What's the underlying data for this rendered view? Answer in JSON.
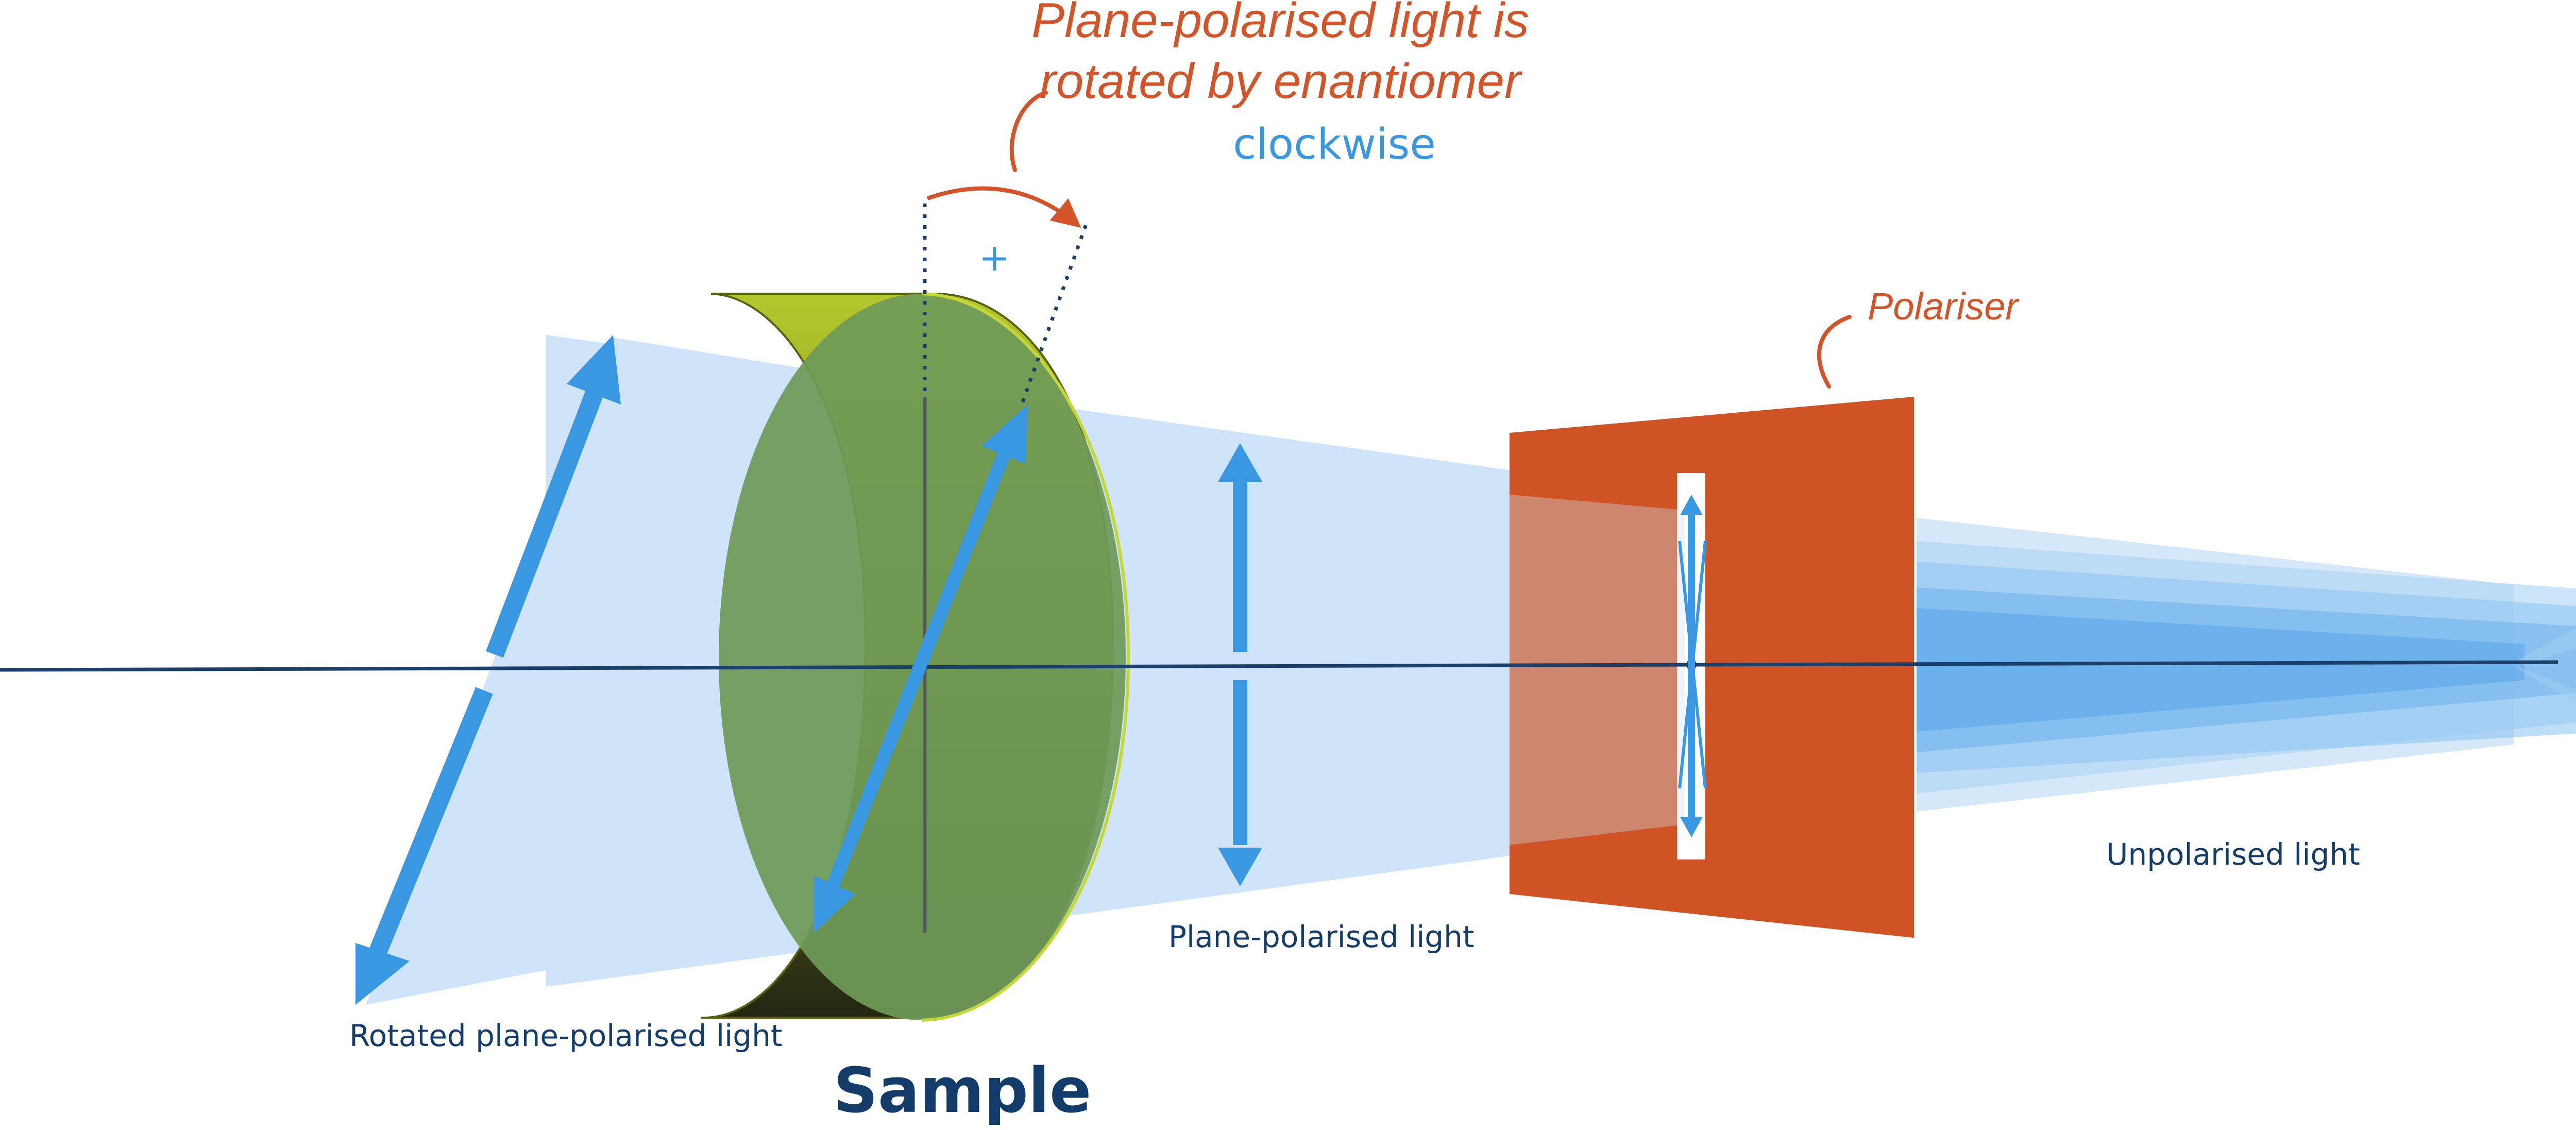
{
  "labels": {
    "rotation_line1": "Plane-polarised light is",
    "rotation_line2": "rotated by enantiomer",
    "direction": "clockwise",
    "plus_sign": "+",
    "polariser": "Polariser",
    "rotated_light": "Rotated plane-polarised light",
    "plane_light": "Plane-polarised light",
    "unpolarised_light": "Unpolarised light",
    "sample": "Sample"
  },
  "colors": {
    "beam": "#cfe4f8",
    "arrow_blue": "#3a98e2",
    "axis": "#1b3f6b",
    "sample_face": "#6f9a58",
    "sample_rim": "#8a9a1e",
    "polariser": "#d05326",
    "annotation_orange": "#d4542a",
    "label_dark": "#143c6b"
  },
  "icons": {
    "rotated_arrow": "double-headed-arrow-icon",
    "vertical_arrow": "double-headed-arrow-icon",
    "rotation_arc": "curved-arrow-icon"
  }
}
